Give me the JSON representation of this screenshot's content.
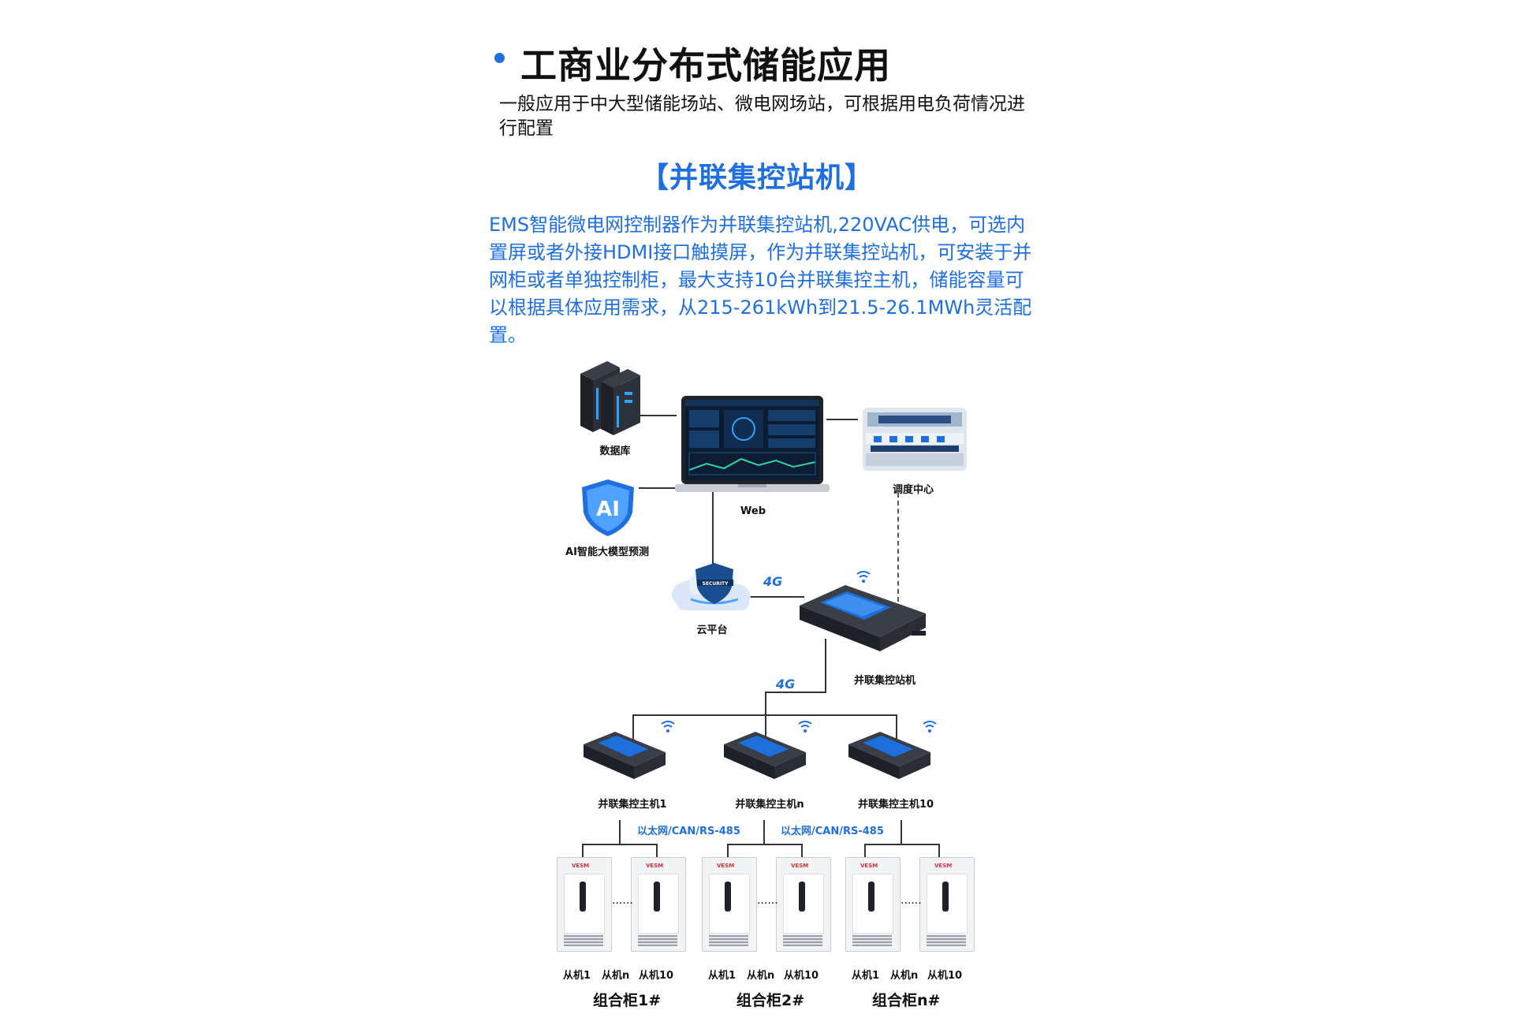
{
  "header": {
    "title": "工商业分布式储能应用",
    "subtitle": "一般应用于中大型储能场站、微电网场站，可根据用电负荷情况进行配置"
  },
  "section": {
    "title": "【并联集控站机】",
    "description": "EMS智能微电网控制器作为并联集控站机,220VAC供电，可选内置屏或者外接HDMI接口触摸屏，作为并联集控站机，可安装于并网柜或者单独控制柜，最大支持10台并联集控主机，储能容量可以根据具体应用需求，从215-261kWh到21.5-26.1MWh灵活配置。"
  },
  "diagram": {
    "database": "数据库",
    "web": "Web",
    "dispatch": "调度中心",
    "ai": "AI智能大模型预测",
    "cloud": "云平台",
    "security_text": "SECURITY",
    "ai_text": "AI",
    "station": "并联集控站机",
    "link_4g": "4G",
    "hosts": [
      "并联集控主机1",
      "并联集控主机n",
      "并联集控主机10"
    ],
    "bus": [
      "以太网/CAN/RS-485",
      "以太网/CAN/RS-485"
    ],
    "slaves": [
      "从机1",
      "从机n",
      "从机10"
    ],
    "dots": "......",
    "groups": [
      "组合柜1#",
      "组合柜2#",
      "组合柜n#"
    ],
    "brand": "VESM"
  },
  "colors": {
    "accent": "#1f6fe0",
    "screen": "#1d6fdc",
    "device_body": "#2a2e34",
    "cabinet": "#f2f3f5"
  }
}
